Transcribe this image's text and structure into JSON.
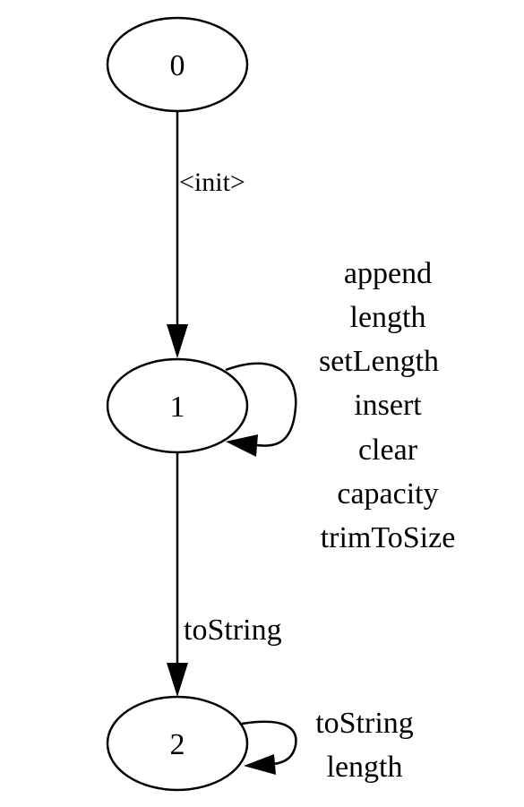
{
  "states": [
    {
      "id": "0",
      "label": "0"
    },
    {
      "id": "1",
      "label": "1"
    },
    {
      "id": "2",
      "label": "2"
    }
  ],
  "transitions": [
    {
      "from": "0",
      "to": "1",
      "labels": [
        "<init>"
      ]
    },
    {
      "from": "1",
      "to": "1",
      "labels": [
        "append",
        "length",
        "setLength",
        "insert",
        "clear",
        "capacity",
        "trimToSize"
      ]
    },
    {
      "from": "1",
      "to": "2",
      "labels": [
        "toString"
      ]
    },
    {
      "from": "2",
      "to": "2",
      "labels": [
        "toString",
        "length"
      ]
    }
  ],
  "colors": {
    "stroke": "#000000",
    "fill": "#ffffff",
    "background": "#ffffff"
  }
}
